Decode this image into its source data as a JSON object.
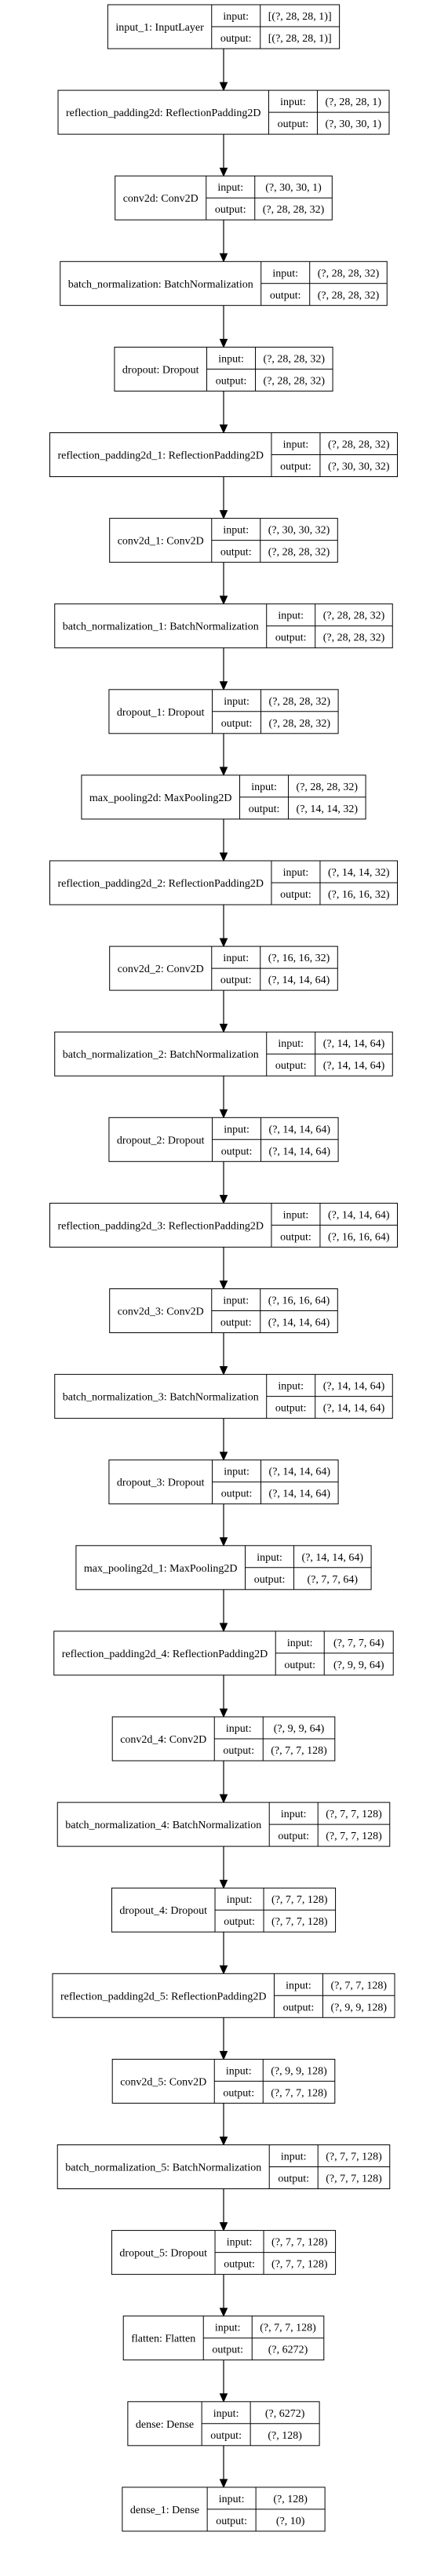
{
  "layers": [
    {
      "name": "input_1: InputLayer",
      "input_label": "input:",
      "input": "[(?, 28, 28, 1)]",
      "output_label": "output:",
      "output": "[(?, 28, 28, 1)]"
    },
    {
      "name": "reflection_padding2d: ReflectionPadding2D",
      "input_label": "input:",
      "input": "(?, 28, 28, 1)",
      "output_label": "output:",
      "output": "(?, 30, 30, 1)"
    },
    {
      "name": "conv2d: Conv2D",
      "input_label": "input:",
      "input": "(?, 30, 30, 1)",
      "output_label": "output:",
      "output": "(?, 28, 28, 32)"
    },
    {
      "name": "batch_normalization: BatchNormalization",
      "input_label": "input:",
      "input": "(?, 28, 28, 32)",
      "output_label": "output:",
      "output": "(?, 28, 28, 32)"
    },
    {
      "name": "dropout: Dropout",
      "input_label": "input:",
      "input": "(?, 28, 28, 32)",
      "output_label": "output:",
      "output": "(?, 28, 28, 32)"
    },
    {
      "name": "reflection_padding2d_1: ReflectionPadding2D",
      "input_label": "input:",
      "input": "(?, 28, 28, 32)",
      "output_label": "output:",
      "output": "(?, 30, 30, 32)"
    },
    {
      "name": "conv2d_1: Conv2D",
      "input_label": "input:",
      "input": "(?, 30, 30, 32)",
      "output_label": "output:",
      "output": "(?, 28, 28, 32)"
    },
    {
      "name": "batch_normalization_1: BatchNormalization",
      "input_label": "input:",
      "input": "(?, 28, 28, 32)",
      "output_label": "output:",
      "output": "(?, 28, 28, 32)"
    },
    {
      "name": "dropout_1: Dropout",
      "input_label": "input:",
      "input": "(?, 28, 28, 32)",
      "output_label": "output:",
      "output": "(?, 28, 28, 32)"
    },
    {
      "name": "max_pooling2d: MaxPooling2D",
      "input_label": "input:",
      "input": "(?, 28, 28, 32)",
      "output_label": "output:",
      "output": "(?, 14, 14, 32)"
    },
    {
      "name": "reflection_padding2d_2: ReflectionPadding2D",
      "input_label": "input:",
      "input": "(?, 14, 14, 32)",
      "output_label": "output:",
      "output": "(?, 16, 16, 32)"
    },
    {
      "name": "conv2d_2: Conv2D",
      "input_label": "input:",
      "input": "(?, 16, 16, 32)",
      "output_label": "output:",
      "output": "(?, 14, 14, 64)"
    },
    {
      "name": "batch_normalization_2: BatchNormalization",
      "input_label": "input:",
      "input": "(?, 14, 14, 64)",
      "output_label": "output:",
      "output": "(?, 14, 14, 64)"
    },
    {
      "name": "dropout_2: Dropout",
      "input_label": "input:",
      "input": "(?, 14, 14, 64)",
      "output_label": "output:",
      "output": "(?, 14, 14, 64)"
    },
    {
      "name": "reflection_padding2d_3: ReflectionPadding2D",
      "input_label": "input:",
      "input": "(?, 14, 14, 64)",
      "output_label": "output:",
      "output": "(?, 16, 16, 64)"
    },
    {
      "name": "conv2d_3: Conv2D",
      "input_label": "input:",
      "input": "(?, 16, 16, 64)",
      "output_label": "output:",
      "output": "(?, 14, 14, 64)"
    },
    {
      "name": "batch_normalization_3: BatchNormalization",
      "input_label": "input:",
      "input": "(?, 14, 14, 64)",
      "output_label": "output:",
      "output": "(?, 14, 14, 64)"
    },
    {
      "name": "dropout_3: Dropout",
      "input_label": "input:",
      "input": "(?, 14, 14, 64)",
      "output_label": "output:",
      "output": "(?, 14, 14, 64)"
    },
    {
      "name": "max_pooling2d_1: MaxPooling2D",
      "input_label": "input:",
      "input": "(?, 14, 14, 64)",
      "output_label": "output:",
      "output": "(?, 7, 7, 64)"
    },
    {
      "name": "reflection_padding2d_4: ReflectionPadding2D",
      "input_label": "input:",
      "input": "(?, 7, 7, 64)",
      "output_label": "output:",
      "output": "(?, 9, 9, 64)"
    },
    {
      "name": "conv2d_4: Conv2D",
      "input_label": "input:",
      "input": "(?, 9, 9, 64)",
      "output_label": "output:",
      "output": "(?, 7, 7, 128)"
    },
    {
      "name": "batch_normalization_4: BatchNormalization",
      "input_label": "input:",
      "input": "(?, 7, 7, 128)",
      "output_label": "output:",
      "output": "(?, 7, 7, 128)"
    },
    {
      "name": "dropout_4: Dropout",
      "input_label": "input:",
      "input": "(?, 7, 7, 128)",
      "output_label": "output:",
      "output": "(?, 7, 7, 128)"
    },
    {
      "name": "reflection_padding2d_5: ReflectionPadding2D",
      "input_label": "input:",
      "input": "(?, 7, 7, 128)",
      "output_label": "output:",
      "output": "(?, 9, 9, 128)"
    },
    {
      "name": "conv2d_5: Conv2D",
      "input_label": "input:",
      "input": "(?, 9, 9, 128)",
      "output_label": "output:",
      "output": "(?, 7, 7, 128)"
    },
    {
      "name": "batch_normalization_5: BatchNormalization",
      "input_label": "input:",
      "input": "(?, 7, 7, 128)",
      "output_label": "output:",
      "output": "(?, 7, 7, 128)"
    },
    {
      "name": "dropout_5: Dropout",
      "input_label": "input:",
      "input": "(?, 7, 7, 128)",
      "output_label": "output:",
      "output": "(?, 7, 7, 128)"
    },
    {
      "name": "flatten: Flatten",
      "input_label": "input:",
      "input": "(?, 7, 7, 128)",
      "output_label": "output:",
      "output": "(?, 6272)"
    },
    {
      "name": "dense: Dense",
      "input_label": "input:",
      "input": "(?, 6272)",
      "output_label": "output:",
      "output": "(?, 128)"
    },
    {
      "name": "dense_1: Dense",
      "input_label": "input:",
      "input": "(?, 128)",
      "output_label": "output:",
      "output": "(?, 10)"
    }
  ]
}
